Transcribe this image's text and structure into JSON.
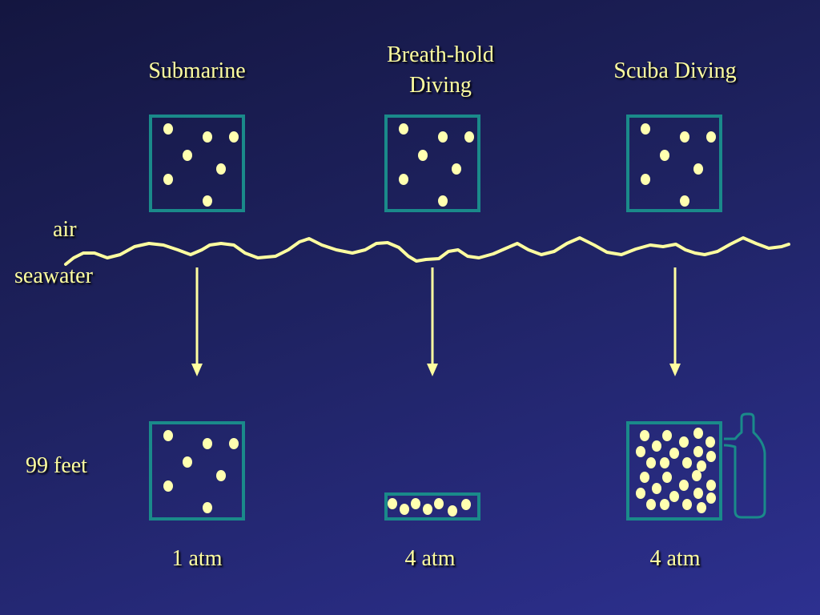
{
  "columns": [
    {
      "title": "Submarine",
      "bottom_label": "1 atm"
    },
    {
      "title": "Breath-hold\nDiving",
      "bottom_label": "4 atm"
    },
    {
      "title": "Scuba Diving",
      "bottom_label": "4 atm"
    }
  ],
  "labels": {
    "air": "air",
    "seawater": "seawater",
    "depth": "99 feet"
  },
  "colors": {
    "text": "#ffffa0",
    "box": "#1a8a8a",
    "particle": "#ffffb0",
    "line": "#ffffa0"
  }
}
